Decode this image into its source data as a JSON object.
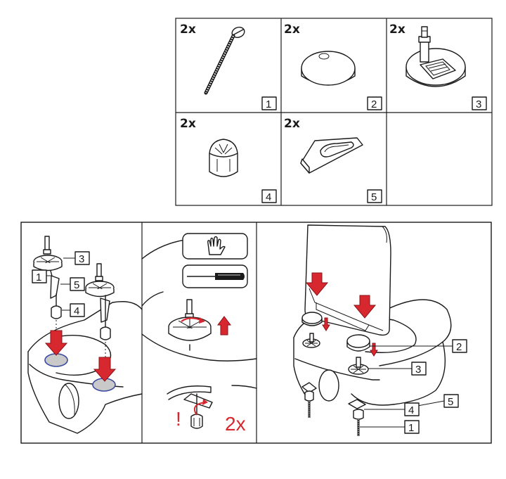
{
  "parts_table": {
    "cells": [
      {
        "qty": "2x",
        "number": "1",
        "icon": "bolt-icon"
      },
      {
        "qty": "2x",
        "number": "2",
        "icon": "cap-cover-icon"
      },
      {
        "qty": "2x",
        "number": "3",
        "icon": "hinge-base-icon"
      },
      {
        "qty": "2x",
        "number": "4",
        "icon": "nut-icon"
      },
      {
        "qty": "2x",
        "number": "5",
        "icon": "wedge-washer-icon"
      },
      {
        "qty": "",
        "number": "",
        "icon": ""
      }
    ]
  },
  "step1": {
    "callouts": [
      "3",
      "1",
      "5",
      "4"
    ]
  },
  "step2": {
    "hand_icon": "hand-icon",
    "tool_icon": "screwdriver-icon",
    "warning": "!",
    "multiplier": "2x"
  },
  "step3": {
    "callouts": [
      "2",
      "3",
      "5",
      "4",
      "1"
    ]
  },
  "colors": {
    "accent_red": "#d8282f",
    "ring_blue": "#3b4aa0",
    "line": "#1a1a1a"
  }
}
